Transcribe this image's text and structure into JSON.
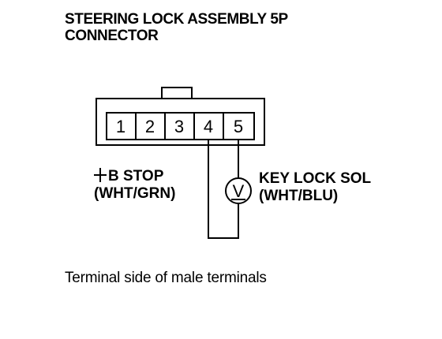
{
  "title": {
    "line1": "STEERING LOCK ASSEMBLY 5P",
    "line2": "CONNECTOR"
  },
  "connector": {
    "pins": [
      "1",
      "2",
      "3",
      "4",
      "5"
    ]
  },
  "labels": {
    "left": {
      "name": "B STOP",
      "wire": "(WHT/GRN)"
    },
    "right": {
      "name": "KEY LOCK SOL",
      "wire": "(WHT/BLU)"
    },
    "meter_symbol": "V"
  },
  "caption": "Terminal side of male terminals"
}
